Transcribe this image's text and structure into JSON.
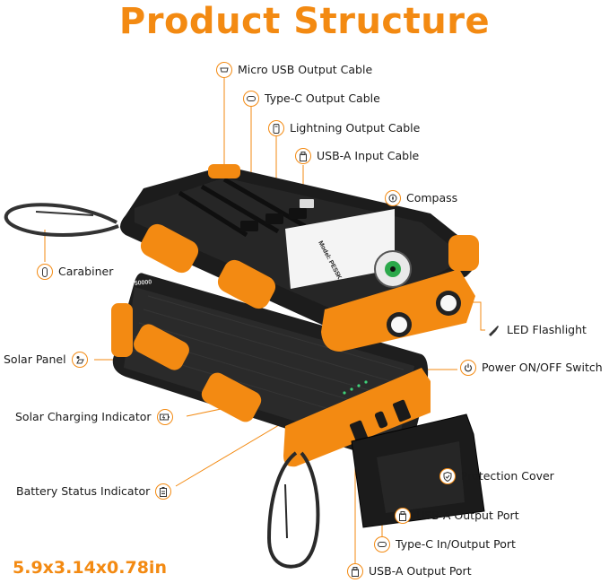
{
  "title": "Product Structure",
  "dimensions": "5.9x3.14x0.78in",
  "brand_color": "#f38a12",
  "device_color": "#1c1c1c",
  "callouts": {
    "micro_usb_cable": {
      "label": "Micro USB Output Cable",
      "icon": "micro-usb-icon"
    },
    "type_c_cable": {
      "label": "Type-C Output Cable",
      "icon": "type-c-icon"
    },
    "lightning_cable": {
      "label": "Lightning Output Cable",
      "icon": "lightning-icon"
    },
    "usb_a_input_cable": {
      "label": "USB-A Input Cable",
      "icon": "usb-a-icon"
    },
    "compass": {
      "label": "Compass",
      "icon": "compass-icon"
    },
    "carabiner": {
      "label": "Carabiner",
      "icon": "carabiner-icon"
    },
    "led_flashlight": {
      "label": "LED Flashlight",
      "icon": "flashlight-icon"
    },
    "solar_panel": {
      "label": "Solar Panel",
      "icon": "solar-panel-icon"
    },
    "power_switch": {
      "label": "Power ON/OFF Switch",
      "icon": "power-icon"
    },
    "solar_charging_indicator": {
      "label": "Solar Charging Indicator",
      "icon": "battery-charging-icon"
    },
    "protection_cover": {
      "label": "Protection Cover",
      "icon": "shield-icon"
    },
    "battery_status_indicator": {
      "label": "Battery Status Indicator",
      "icon": "battery-icon"
    },
    "usb_a_output_port_1": {
      "label": "USB-A Output Port",
      "icon": "usb-a-icon"
    },
    "type_c_port": {
      "label": "Type-C In/Output Port",
      "icon": "type-c-icon"
    },
    "usb_a_output_port_2": {
      "label": "USB-A Output Port",
      "icon": "usb-a-icon"
    }
  },
  "device_text": {
    "model": "Model: PES5K",
    "capacity": "50000"
  }
}
